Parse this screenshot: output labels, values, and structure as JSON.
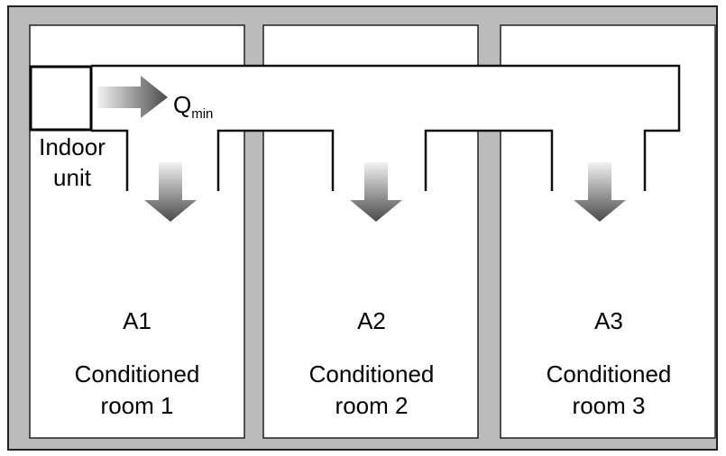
{
  "flow": {
    "label_main": "Q",
    "label_sub": "min"
  },
  "indoor_unit": {
    "line1": "Indoor",
    "line2": "unit"
  },
  "rooms": [
    {
      "zone": "A1",
      "name_line1": "Conditioned",
      "name_line2": "room 1"
    },
    {
      "zone": "A2",
      "name_line1": "Conditioned",
      "name_line2": "room 2"
    },
    {
      "zone": "A3",
      "name_line1": "Conditioned",
      "name_line2": "room 3"
    }
  ],
  "colors": {
    "wall": "#bbbbbb",
    "room": "#ffffff",
    "line": "#111111",
    "arrow_dark": "#4a4a4a",
    "arrow_light": "#f2f2f2"
  }
}
